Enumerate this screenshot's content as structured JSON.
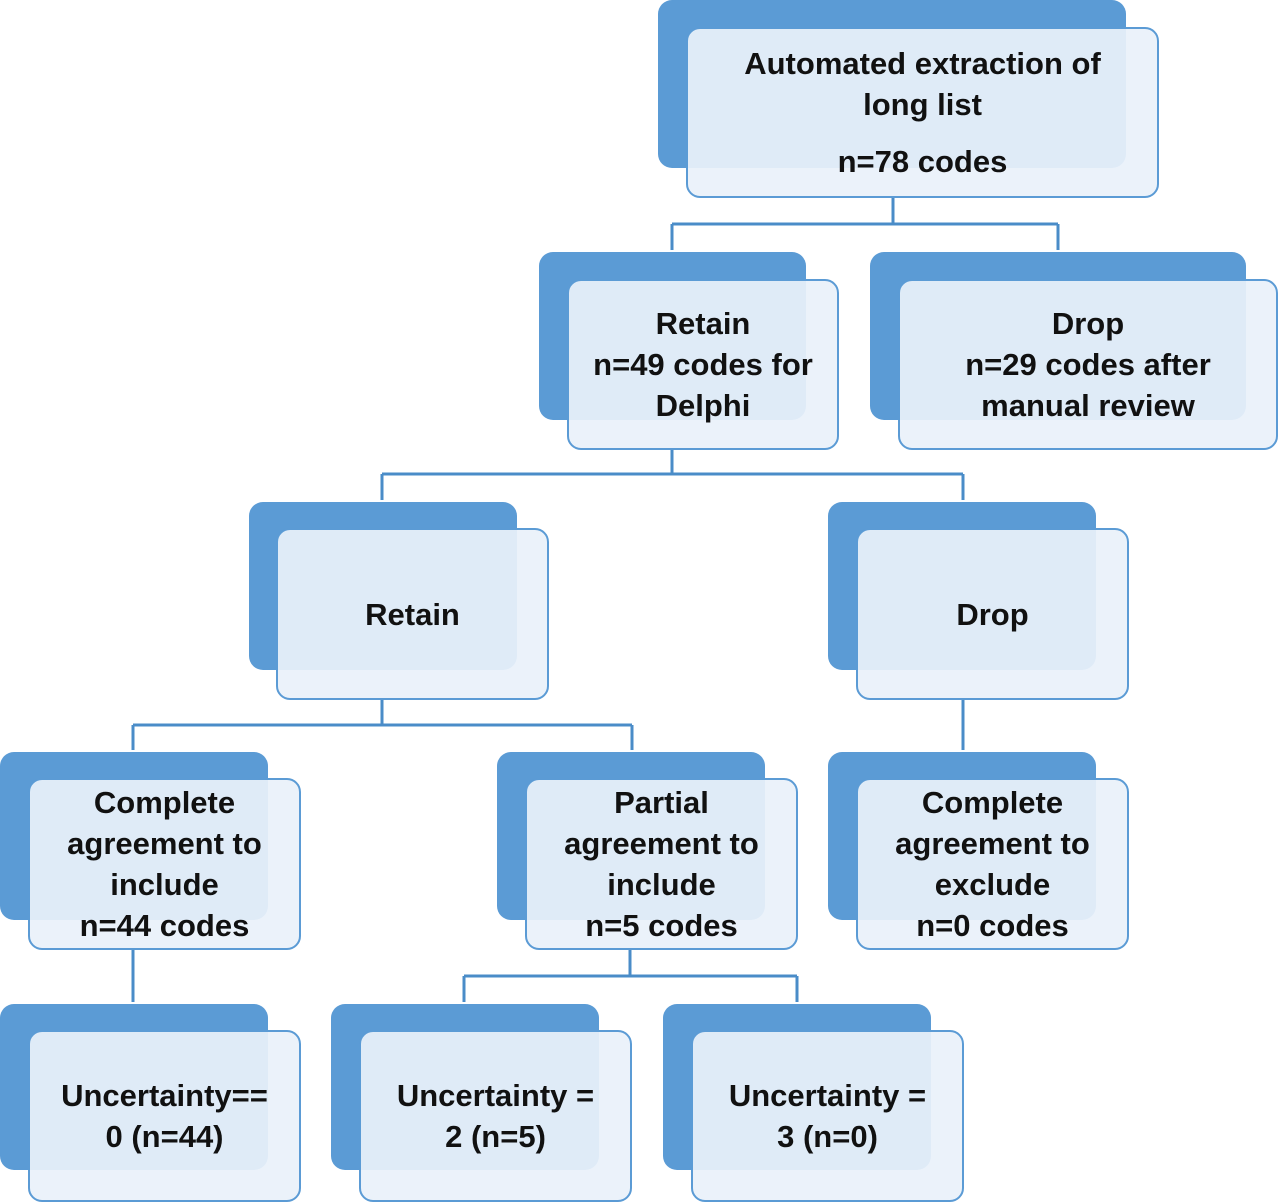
{
  "diagram": {
    "line_color": "#4a8cc8",
    "box_color": "#5b9bd5",
    "nodes": {
      "extraction": {
        "line1": "Automated extraction of",
        "line2": "long list",
        "line3": "n=78 codes"
      },
      "retain_delphi": {
        "line1": "Retain",
        "line2": "n=49 codes for",
        "line3": "Delphi"
      },
      "drop_manual": {
        "line1": "Drop",
        "line2": "n=29 codes after",
        "line3": "manual review"
      },
      "retain": {
        "line1": "Retain"
      },
      "drop": {
        "line1": "Drop"
      },
      "complete_include": {
        "line1": "Complete",
        "line2": "agreement to",
        "line3": "include",
        "line4": "n=44 codes"
      },
      "partial_include": {
        "line1": "Partial",
        "line2": "agreement to",
        "line3": "include",
        "line4": "n=5 codes"
      },
      "complete_exclude": {
        "line1": "Complete",
        "line2": "agreement to",
        "line3": "exclude",
        "line4": "n=0 codes"
      },
      "uncertainty_0": {
        "line1": "Uncertainty==",
        "line2": "0 (n=44)"
      },
      "uncertainty_2": {
        "line1": "Uncertainty =",
        "line2": "2 (n=5)"
      },
      "uncertainty_3": {
        "line1": "Uncertainty =",
        "line2": "3 (n=0)"
      }
    }
  }
}
